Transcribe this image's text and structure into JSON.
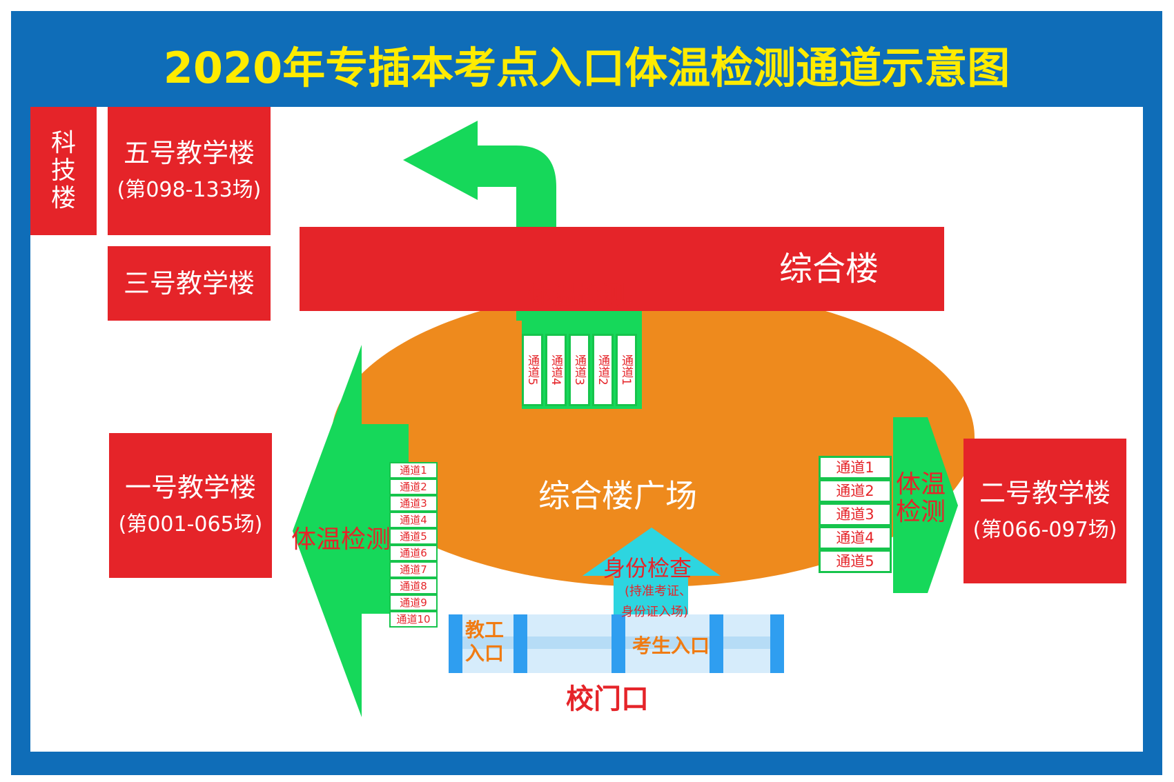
{
  "title": "2020年专插本考点入口体温检测通道示意图",
  "buildings": {
    "keji": "科技楼",
    "wuhao": {
      "name": "五号教学楼",
      "range": "(第098-133场)"
    },
    "sanhao": "三号教学楼",
    "zonghe": "综合楼",
    "yihao": {
      "name": "一号教学楼",
      "range": "(第001-065场)"
    },
    "erhao": {
      "name": "二号教学楼",
      "range": "(第066-097场)"
    }
  },
  "plaza": "综合楼广场",
  "temp_check": {
    "top": "体温检测",
    "left": "体温检测",
    "right": "体温检测",
    "top_channels": [
      "通道1",
      "通道2",
      "通道3",
      "通道4",
      "通道5"
    ],
    "left_channels": [
      "通道1",
      "通道2",
      "通道3",
      "通道4",
      "通道5",
      "通道6",
      "通道7",
      "通道8",
      "通道9",
      "通道10"
    ],
    "right_channels": [
      "通道1",
      "通道2",
      "通道3",
      "通道4",
      "通道5"
    ]
  },
  "id_check": {
    "title": "身份检查",
    "note1": "(持准考证、",
    "note2": "身份证入场)"
  },
  "gate": {
    "staff": "教工入口",
    "student": "考生入口",
    "label": "校门口"
  },
  "colors": {
    "frame": "#0f6db8",
    "title": "#ffeb00",
    "red": "#e52429",
    "orange": "#ee8a1d",
    "green": "#16d85a",
    "cyan": "#2dd5e0"
  }
}
